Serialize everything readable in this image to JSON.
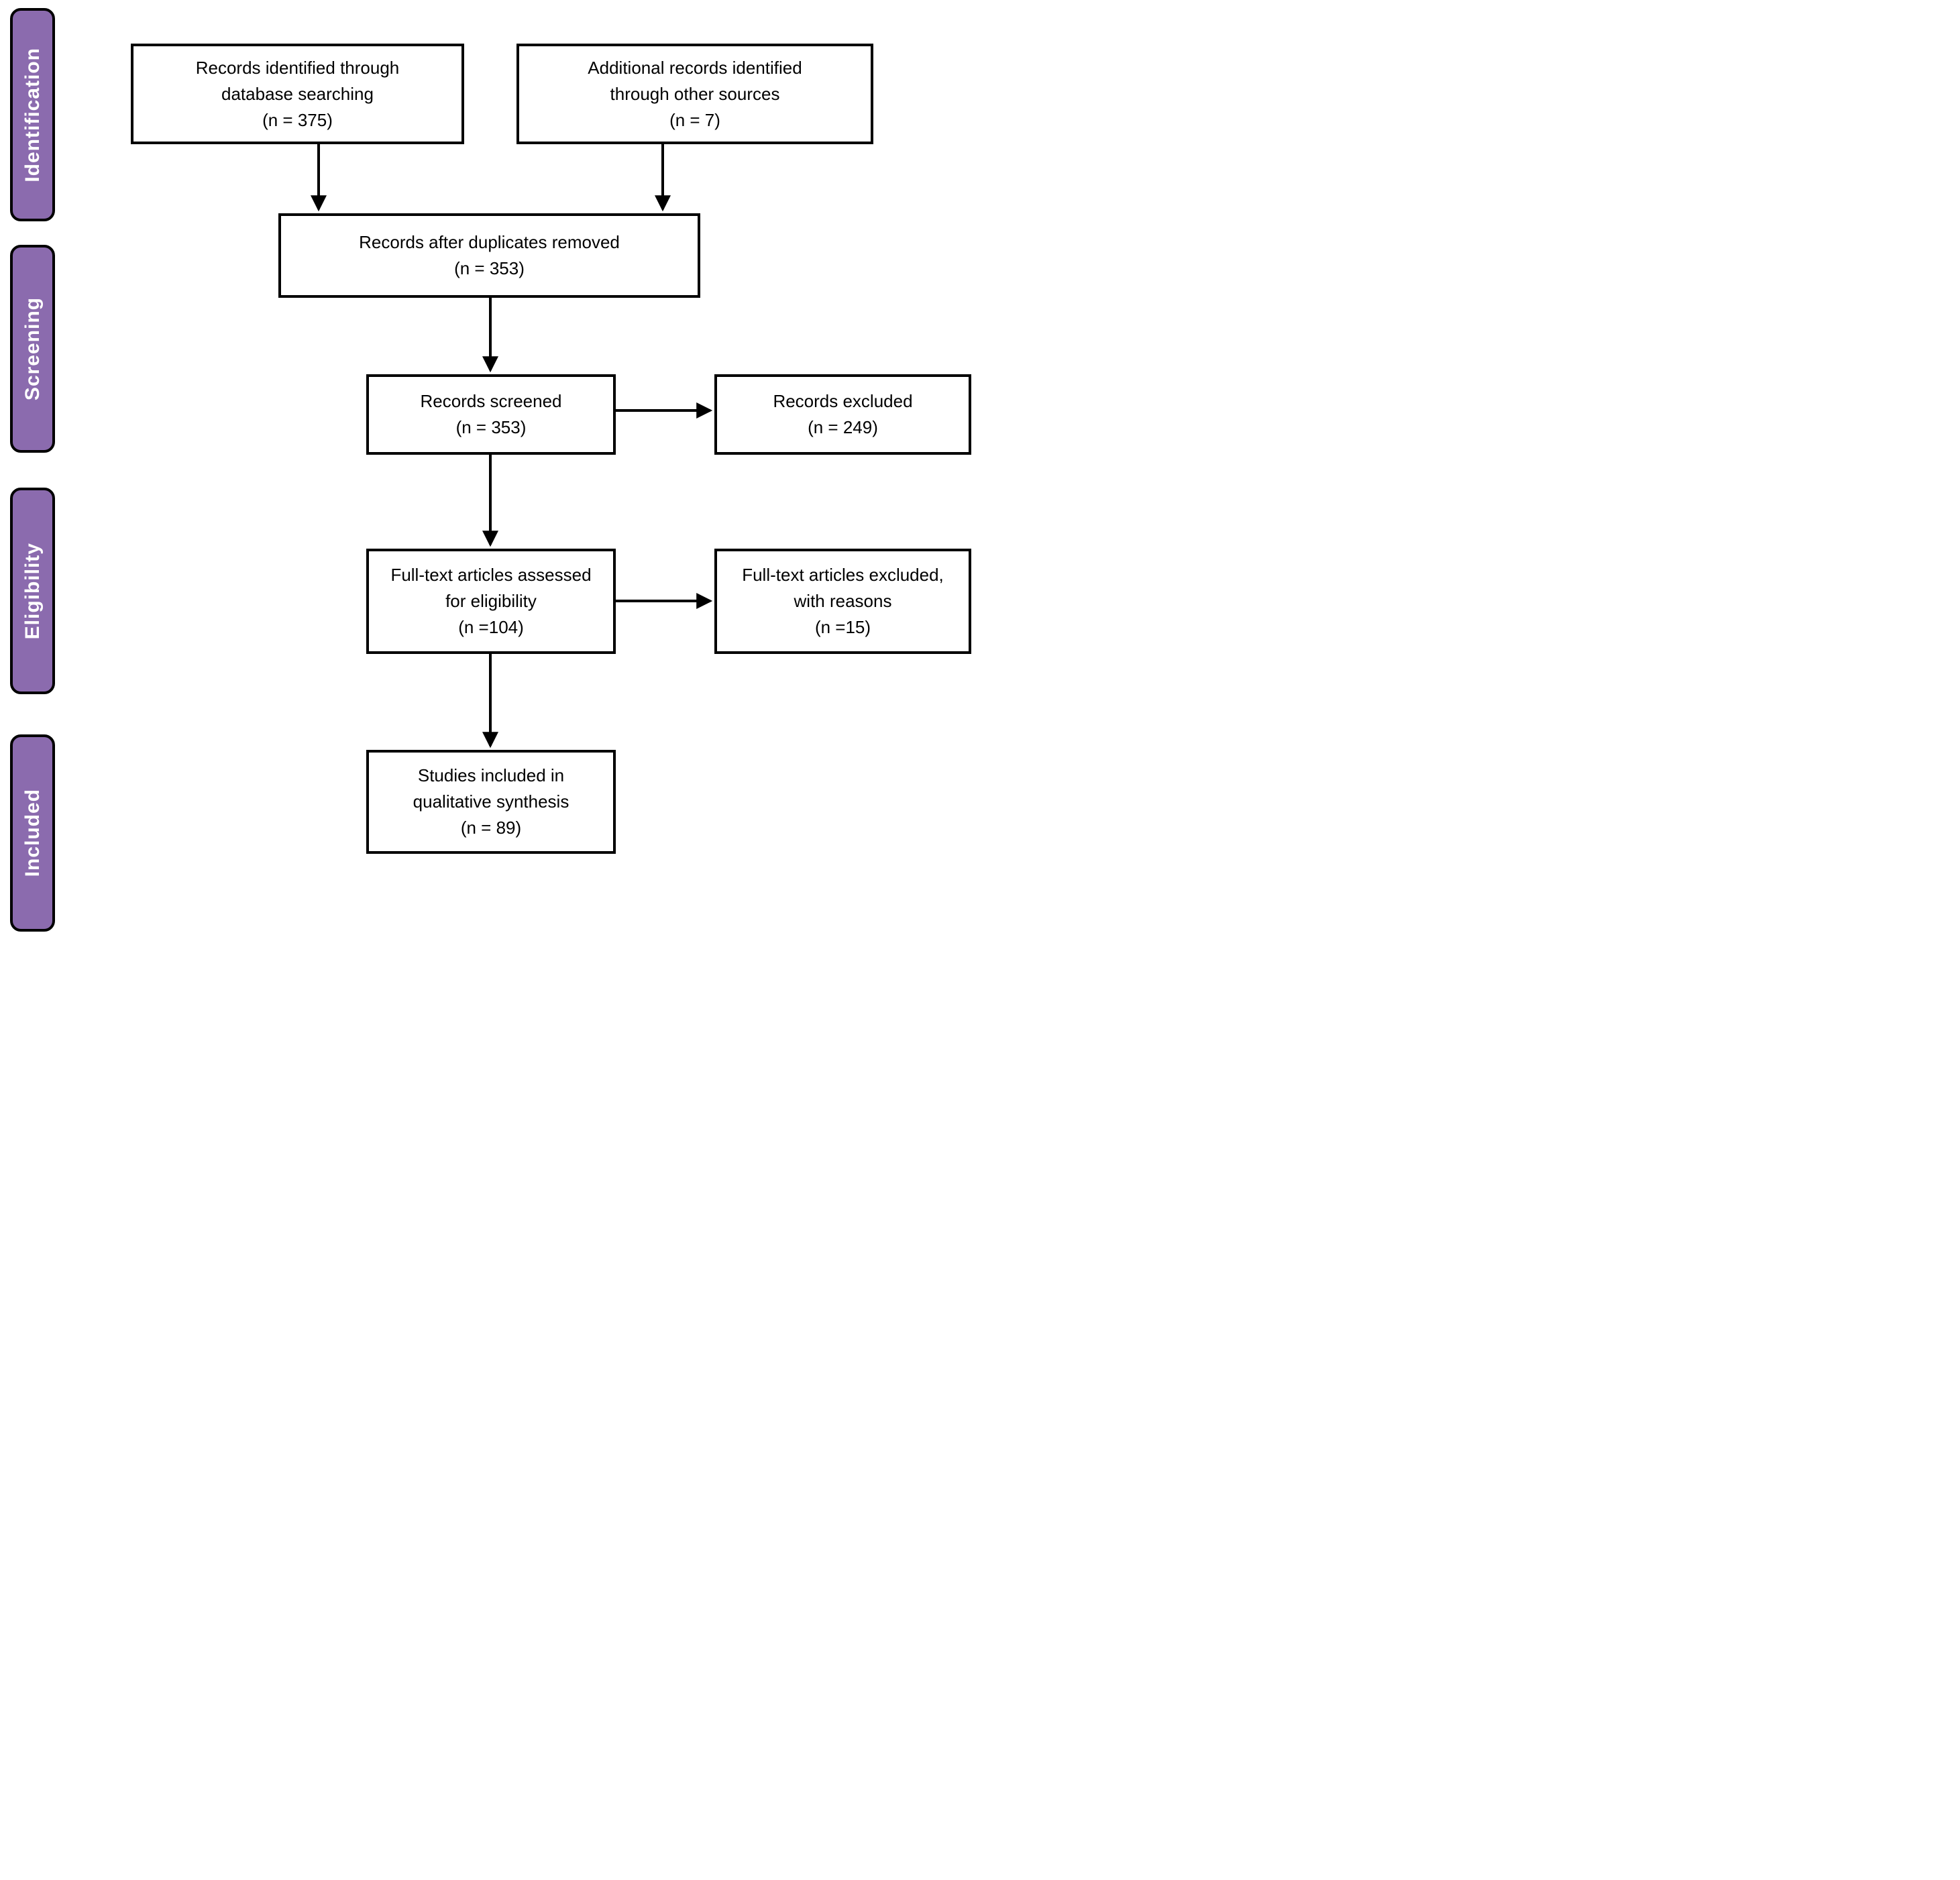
{
  "colors": {
    "sidebar_fill": "#8b6bae",
    "sidebar_text": "#ffffff",
    "box_border": "#000000",
    "box_text": "#000000",
    "background": "#ffffff"
  },
  "sidebar": {
    "identification": "Identification",
    "screening": "Screening",
    "eligibility": "Eligibility",
    "included": "Included"
  },
  "boxes": {
    "records_identified": {
      "line1": "Records identified through",
      "line2": "database searching",
      "count": "(n = 375)"
    },
    "additional_records": {
      "line1": "Additional records identified",
      "line2": "through other sources",
      "count": "(n = 7)"
    },
    "after_duplicates": {
      "line1": "Records after duplicates removed",
      "count": "(n = 353)"
    },
    "records_screened": {
      "line1": "Records screened",
      "count": "(n = 353)"
    },
    "records_excluded": {
      "line1": "Records excluded",
      "count": "(n = 249)"
    },
    "fulltext_assessed": {
      "line1": "Full-text articles assessed",
      "line2": "for eligibility",
      "count": "(n =104)"
    },
    "fulltext_excluded": {
      "line1": "Full-text articles excluded,",
      "line2": "with reasons",
      "count": "(n =15)"
    },
    "studies_included": {
      "line1": "Studies included in",
      "line2": "qualitative synthesis",
      "count": "(n = 89)"
    }
  }
}
